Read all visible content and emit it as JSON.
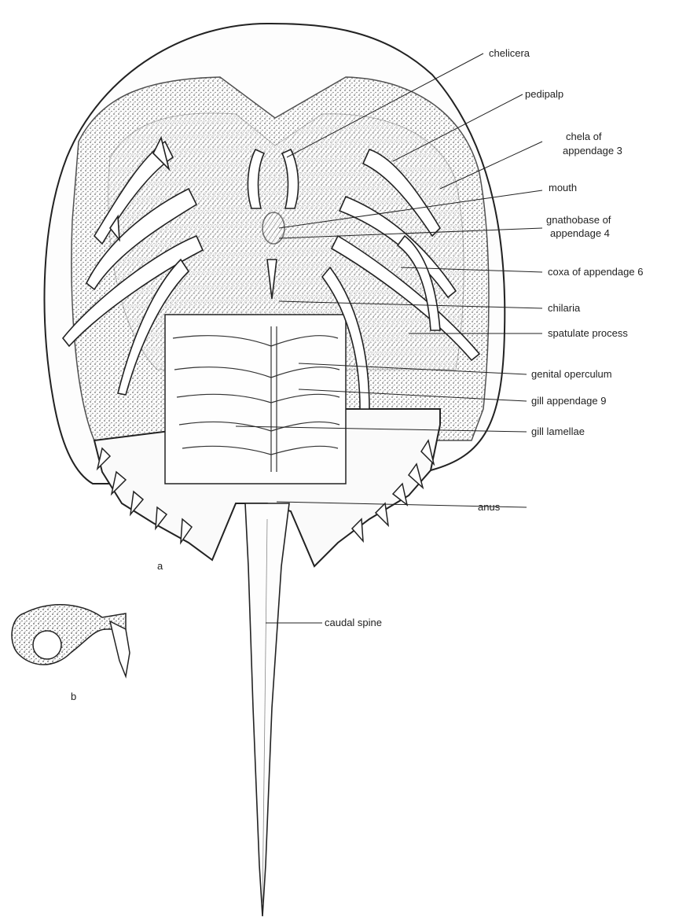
{
  "colors": {
    "ink": "#222222",
    "paper": "#ffffff",
    "stipple": "#555555"
  },
  "labels": {
    "chelicera": "chelicera",
    "pedipalp": "pedipalp",
    "chela_line1": "chela of",
    "chela_line2": "appendage  3",
    "mouth": "mouth",
    "gnathobase_line1": "gnathobase of",
    "gnathobase_line2": "appendage 4",
    "coxa": "coxa of appendage 6",
    "chilaria": "chilaria",
    "spatulate": "spatulate process",
    "genital": "genital operculum",
    "gill_appendage": "gill appendage 9",
    "gill_lamellae": "gill  lamellae",
    "anus": "anus",
    "caudal": "caudal spine"
  },
  "figure_labels": {
    "a": "a",
    "b": "b"
  }
}
